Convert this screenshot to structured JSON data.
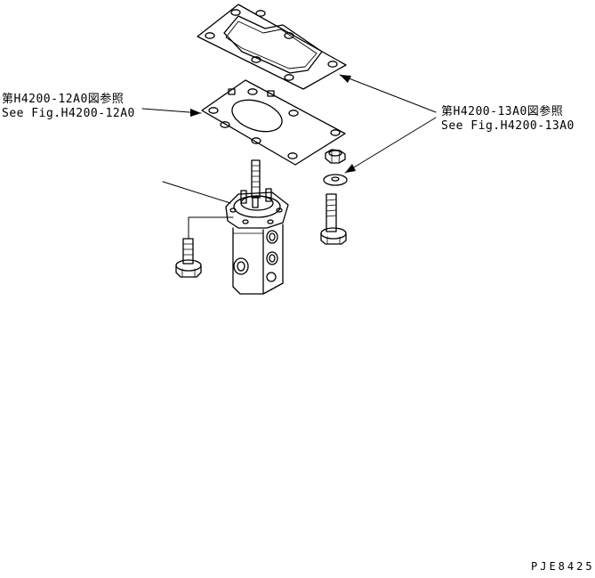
{
  "references": {
    "upper_gasket": {
      "jp": "第H4200-12A0図参照",
      "en": "See Fig.H4200-12A0"
    },
    "cover_plate": {
      "jp": "第H4200-13A0図参照",
      "en": "See Fig.H4200-13A0"
    }
  },
  "drawing_code": "PJE8425",
  "colors": {
    "line": "#000000",
    "background": "#ffffff"
  }
}
